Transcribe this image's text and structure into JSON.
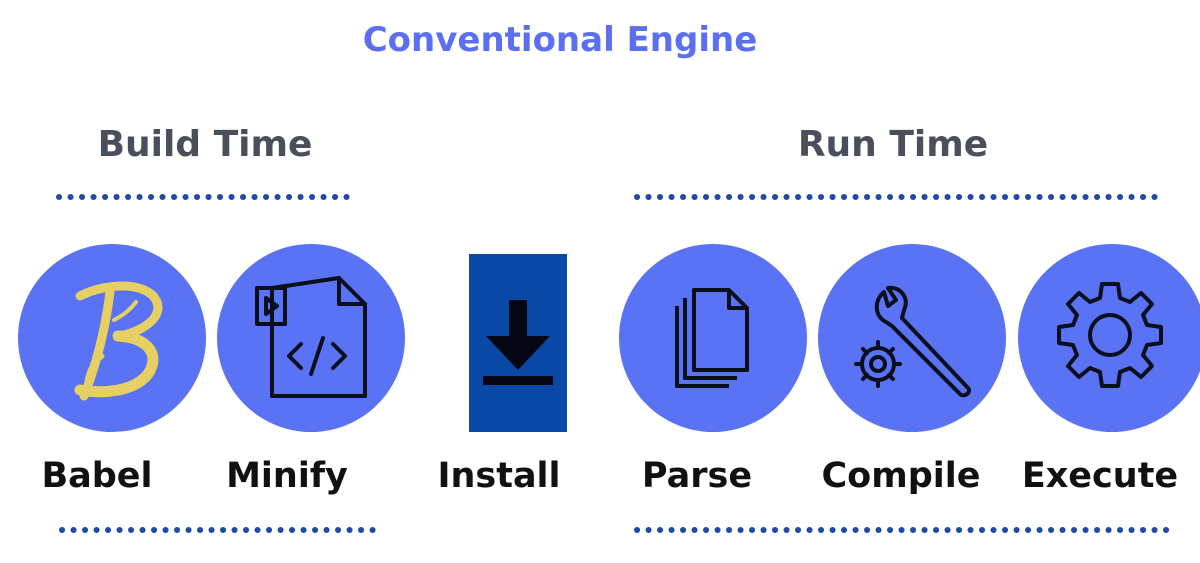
{
  "title": "Conventional Engine",
  "sections": {
    "build_time": "Build Time",
    "run_time": "Run Time"
  },
  "steps": [
    {
      "label": "Babel",
      "icon": "babel-logo-icon"
    },
    {
      "label": "Minify",
      "icon": "code-file-icon"
    },
    {
      "label": "Install",
      "icon": "download-icon"
    },
    {
      "label": "Parse",
      "icon": "documents-icon"
    },
    {
      "label": "Compile",
      "icon": "wrench-gear-icon"
    },
    {
      "label": "Execute",
      "icon": "gear-icon"
    }
  ],
  "colors": {
    "title": "#5b6ff0",
    "circle": "#5a73f5",
    "install_box": "#0a48a6",
    "dots": "#1f4aa8",
    "babel_glyph": "#e6cf63"
  }
}
